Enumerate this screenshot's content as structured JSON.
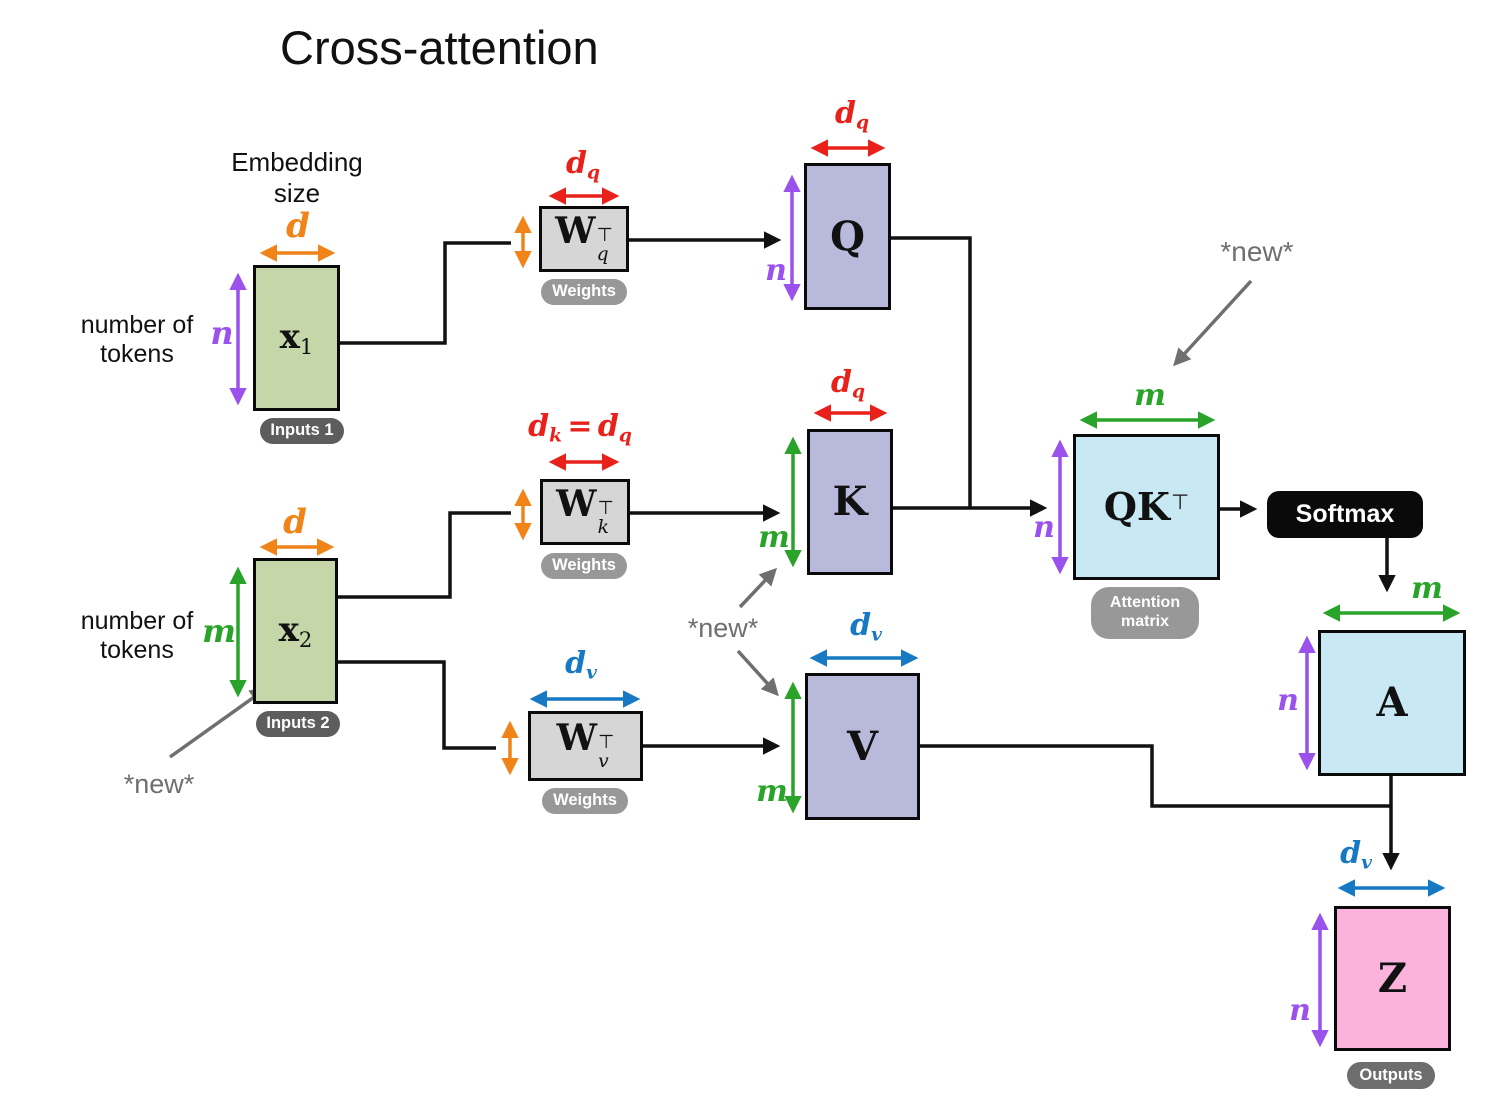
{
  "title": "Cross-attention",
  "annotations": {
    "embedding_size": "Embedding size",
    "number_of_tokens": "number of tokens",
    "new_marker": "*new*"
  },
  "dims": {
    "d": "d",
    "n": "n",
    "m": "m",
    "dq": {
      "base": "d",
      "sub": "q"
    },
    "dk_eq_dq": {
      "base1": "d",
      "sub1": "k",
      "eq": "=",
      "base2": "d",
      "sub2": "q"
    },
    "dv": {
      "base": "d",
      "sub": "v"
    }
  },
  "blocks": {
    "x1": {
      "label": "x",
      "sub": "1",
      "badge": "Inputs 1"
    },
    "x2": {
      "label": "x",
      "sub": "2",
      "badge": "Inputs 2"
    },
    "wq": {
      "label": "W",
      "sup": "⊤",
      "sub": "q",
      "badge": "Weights"
    },
    "wk": {
      "label": "W",
      "sup": "⊤",
      "sub": "k",
      "badge": "Weights"
    },
    "wv": {
      "label": "W",
      "sup": "⊤",
      "sub": "v",
      "badge": "Weights"
    },
    "q": {
      "label": "Q"
    },
    "k": {
      "label": "K"
    },
    "v": {
      "label": "V"
    },
    "qkt": {
      "label": "QK",
      "sup": "⊤",
      "badge": "Attention matrix"
    },
    "a": {
      "label": "A"
    },
    "z": {
      "label": "Z",
      "badge": "Outputs"
    },
    "softmax": {
      "label": "Softmax"
    }
  },
  "colors": {
    "orange": "#f08418",
    "red": "#e8221a",
    "green": "#29a329",
    "purple": "#9b51ec",
    "blue": "#1779c4",
    "annotation_gray": "#6f6f6f",
    "line_black": "#111111",
    "input_fill": "#c5d6a9",
    "weight_fill": "#d6d6d6",
    "qkv_fill": "#b9badb",
    "attention_fill": "#c8e8f4",
    "output_fill": "#fbb3dc",
    "badge_dark": "#5d5d5d",
    "badge_light": "#989898",
    "badge_mid": "#6e6e6e",
    "softmax_bg": "#0a0a0a"
  }
}
